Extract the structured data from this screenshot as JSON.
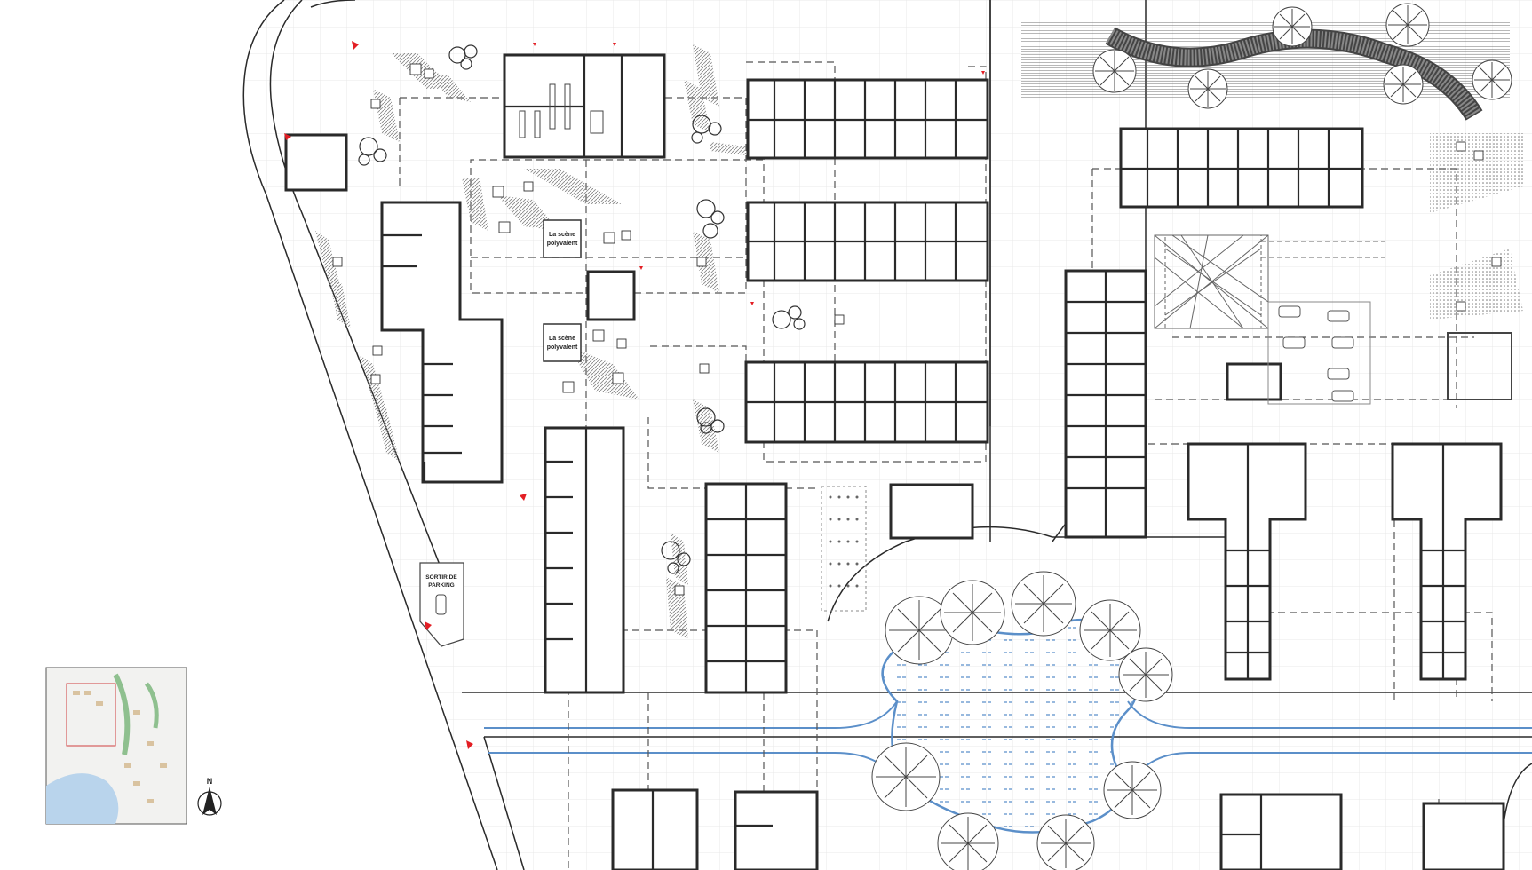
{
  "labels": {
    "scene_1_line1": "La scène",
    "scene_1_line2": "polyvalent",
    "scene_2_line1": "La scène",
    "scene_2_line2": "polyvalent",
    "parking_line1": "SORTIR DE",
    "parking_line2": "PARKING",
    "north": "N"
  },
  "colors": {
    "wall": "#2a2a2a",
    "grid": "#e6e6e6",
    "water": "#5b8fc9",
    "accent_markers": "#e31e24",
    "hatch": "#9a9a9a"
  },
  "icons": [
    "tree-icon",
    "north-arrow-icon",
    "car-icon",
    "entrance-marker-icon"
  ]
}
